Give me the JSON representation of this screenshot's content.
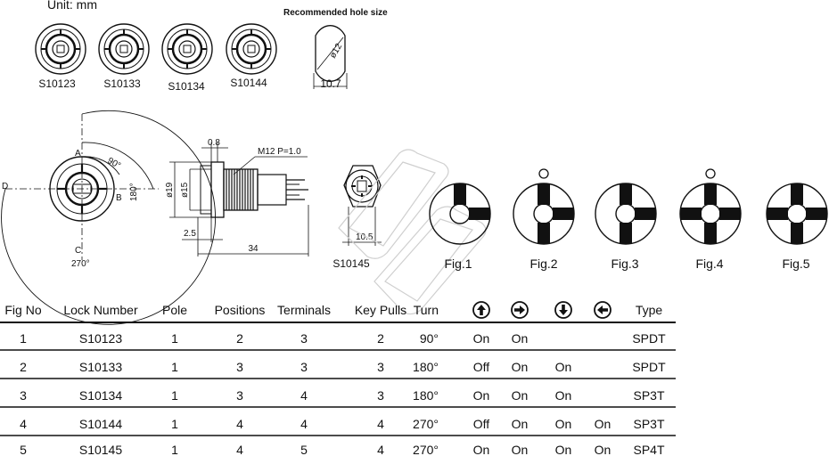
{
  "unit_label": "Unit:  mm",
  "hole_title": "Recommended hole size",
  "hole_dia": "ø12",
  "hole_flat": "10.7",
  "front_views": [
    "S10123",
    "S10133",
    "S10134",
    "S10144"
  ],
  "rotation": {
    "pos_a": "A",
    "pos_b": "B",
    "pos_c": "C",
    "pos_d": "D",
    "angle_90": "90°",
    "angle_180": "180°",
    "angle_270": "270°"
  },
  "side_view": {
    "thread": "M12  P=1.0",
    "flange": "0.8",
    "dia_19": "ø19",
    "dia_15": "ø15",
    "offset": "2.5",
    "length": "34"
  },
  "rear_view": {
    "part": "S10145",
    "width": "10.5"
  },
  "figures": [
    "Fig.1",
    "Fig.2",
    "Fig.3",
    "Fig.4",
    "Fig.5"
  ],
  "table": {
    "headers": [
      "Fig No",
      "Lock Number",
      "Pole",
      "Positions",
      "Terminals",
      "Key Pulls",
      "Turn",
      "",
      "",
      "",
      "",
      "Type"
    ],
    "arrow_icons": [
      "arrow-up-icon",
      "arrow-right-icon",
      "arrow-down-icon",
      "arrow-left-icon"
    ],
    "rows": [
      [
        "1",
        "S10123",
        "1",
        "2",
        "3",
        "2",
        "90°",
        "On",
        "On",
        "",
        "",
        "SPDT"
      ],
      [
        "2",
        "S10133",
        "1",
        "3",
        "3",
        "3",
        "180°",
        "Off",
        "On",
        "On",
        "",
        "SPDT"
      ],
      [
        "3",
        "S10134",
        "1",
        "3",
        "4",
        "3",
        "180°",
        "On",
        "On",
        "On",
        "",
        "SP3T"
      ],
      [
        "4",
        "S10144",
        "1",
        "4",
        "4",
        "4",
        "270°",
        "Off",
        "On",
        "On",
        "On",
        "SP3T"
      ],
      [
        "5",
        "S10145",
        "1",
        "4",
        "5",
        "4",
        "270°",
        "On",
        "On",
        "On",
        "On",
        "SP4T"
      ]
    ]
  }
}
